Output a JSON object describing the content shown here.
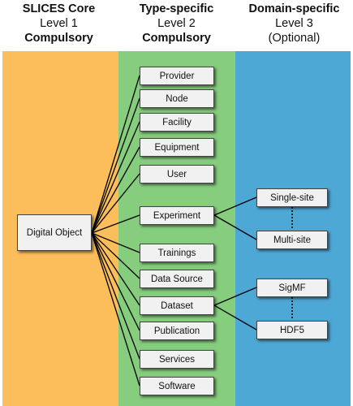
{
  "columns": [
    {
      "title": "SLICES Core",
      "level": "Level 1",
      "requirement": "Compulsory",
      "color": "#fbbe5a"
    },
    {
      "title": "Type-specific",
      "level": "Level 2",
      "requirement": "Compulsory",
      "color": "#86cd7e"
    },
    {
      "title": "Domain-specific",
      "level": "Level 3",
      "requirement": "(Optional)",
      "color": "#4ea8d6"
    }
  ],
  "root": {
    "label": "Digital Object"
  },
  "level2_items": [
    {
      "label": "Provider"
    },
    {
      "label": "Node"
    },
    {
      "label": "Facility"
    },
    {
      "label": "Equipment"
    },
    {
      "label": "User"
    },
    {
      "label": "Experiment"
    },
    {
      "label": "Trainings"
    },
    {
      "label": "Data Source"
    },
    {
      "label": "Dataset"
    },
    {
      "label": "Publication"
    },
    {
      "label": "Services"
    },
    {
      "label": "Software"
    }
  ],
  "level3_groups": [
    {
      "parent": "Experiment",
      "children": [
        {
          "label": "Single-site"
        },
        {
          "label": "Multi-site"
        }
      ]
    },
    {
      "parent": "Dataset",
      "children": [
        {
          "label": "SigMF"
        },
        {
          "label": "HDF5"
        }
      ]
    }
  ]
}
